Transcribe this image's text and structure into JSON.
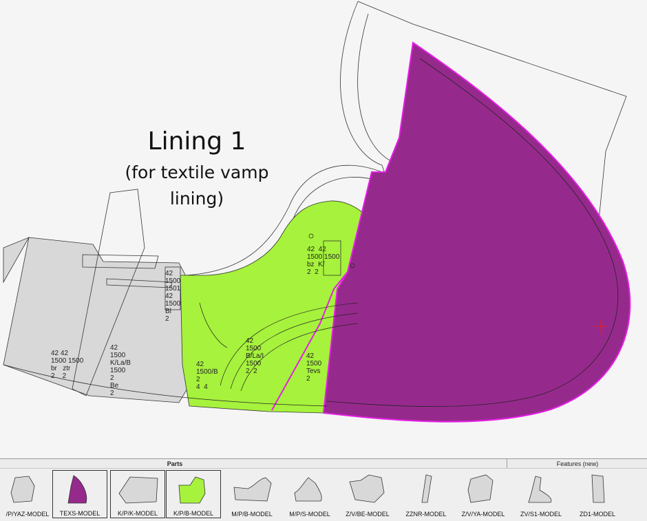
{
  "overlay": {
    "title": "Lining 1",
    "subtitle_line1": "(for textile vamp",
    "subtitle_line2": "lining)"
  },
  "piece_labels": {
    "p1": "42 42\n1500 1500\nbr   ztr\n2    2",
    "p2": "42\n1500\nK/La/B\n1500\n2\nBe\n2",
    "p3": "42\n1500\n1501\n42\n1500\nBl\n2",
    "p4": "42\n1500\nB/La/I\n1500\n2  2",
    "p5": "42\n1500/B\n2\n4  4",
    "p6": "42\n1500\nTevs\n2",
    "p7": "42  42\n1500 1500\nbz  K/\n2  2"
  },
  "colors": {
    "purple_fill": "#962a8c",
    "purple_outline": "#e61ee6",
    "green_fill": "#a6f23c",
    "gray_fill": "#d8d8d8"
  },
  "panels": {
    "parts_title": "Parts",
    "features_title": "Features (new)"
  },
  "parts": [
    {
      "label": "/P/YAZ-MODEL",
      "icon": "yaz-part-icon"
    },
    {
      "label": "TEXS-MODEL",
      "icon": "texs-part-icon"
    },
    {
      "label": "K/P/K-MODEL",
      "icon": "kpk-part-icon"
    },
    {
      "label": "K/P/B-MODEL",
      "icon": "kpb-part-icon"
    },
    {
      "label": "M/P/B-MODEL",
      "icon": "mpb-part-icon"
    },
    {
      "label": "M/P/S-MODEL",
      "icon": "mps-part-icon"
    },
    {
      "label": "Z/V/BE-MODEL",
      "icon": "zvbe-part-icon"
    },
    {
      "label": "ZZNR-MODEL",
      "icon": "zznr-part-icon"
    },
    {
      "label": "Z/V/YA-MODEL",
      "icon": "zvya-part-icon"
    },
    {
      "label": "ZV/S1-MODEL",
      "icon": "zvs1-part-icon"
    },
    {
      "label": "ZD1-MODEL",
      "icon": "zd1-part-icon"
    }
  ]
}
